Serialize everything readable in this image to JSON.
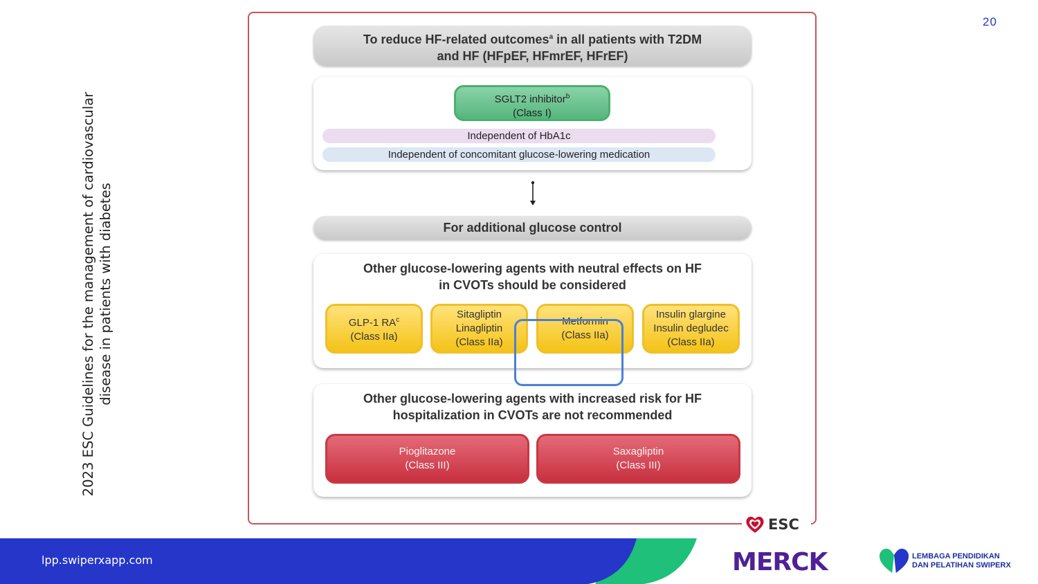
{
  "page_number": "20",
  "side_title": "2023 ESC Guidelines for the management of cardiovascular disease in patients with diabetes",
  "diagram": {
    "top_band": {
      "line1": "To reduce HF-related outcomes",
      "sup": "a",
      "line1_rest": " in all patients with T2DM",
      "line2": "and HF (HFpEF, HFmrEF, HFrEF)"
    },
    "sglt2": {
      "name": "SGLT2 inhibitor",
      "sup": "b",
      "class": "(Class I)"
    },
    "pill1": "Independent of HbA1c",
    "pill2": "Independent of concomitant glucose-lowering medication",
    "mid_band": "For additional glucose control",
    "neutral": {
      "title_line1": "Other glucose-lowering agents with neutral effects on HF",
      "title_line2": "in CVOTs should be considered",
      "agents": [
        {
          "lines": [
            "GLP-1 RA"
          ],
          "sup": "c",
          "class": "(Class IIa)"
        },
        {
          "lines": [
            "Sitagliptin",
            "Linagliptin"
          ],
          "class": "(Class IIa)"
        },
        {
          "lines": [
            "Metformin"
          ],
          "class": "(Class IIa)"
        },
        {
          "lines": [
            "Insulin glargine",
            "Insulin degludec"
          ],
          "class": "(Class IIa)"
        }
      ]
    },
    "increased": {
      "title_line1": "Other glucose-lowering agents with increased risk for HF",
      "title_line2": "hospitalization in CVOTs are not recommended",
      "agents": [
        {
          "name": "Pioglitazone",
          "class": "(Class III)"
        },
        {
          "name": "Saxagliptin",
          "class": "(Class III)"
        }
      ]
    },
    "esc_logo": "ESC"
  },
  "footer": {
    "url": "lpp.swiperxapp.com",
    "merck_logo": "MERCK",
    "lp_line1": "LEMBAGA PENDIDIKAN",
    "lp_line2": "DAN PELATIHAN SWIPERX"
  },
  "colors": {
    "accent_blue": "#2536c9",
    "green": "#1fc07a",
    "frame_red": "#c9545a",
    "highlight": "#4a7fd9"
  }
}
